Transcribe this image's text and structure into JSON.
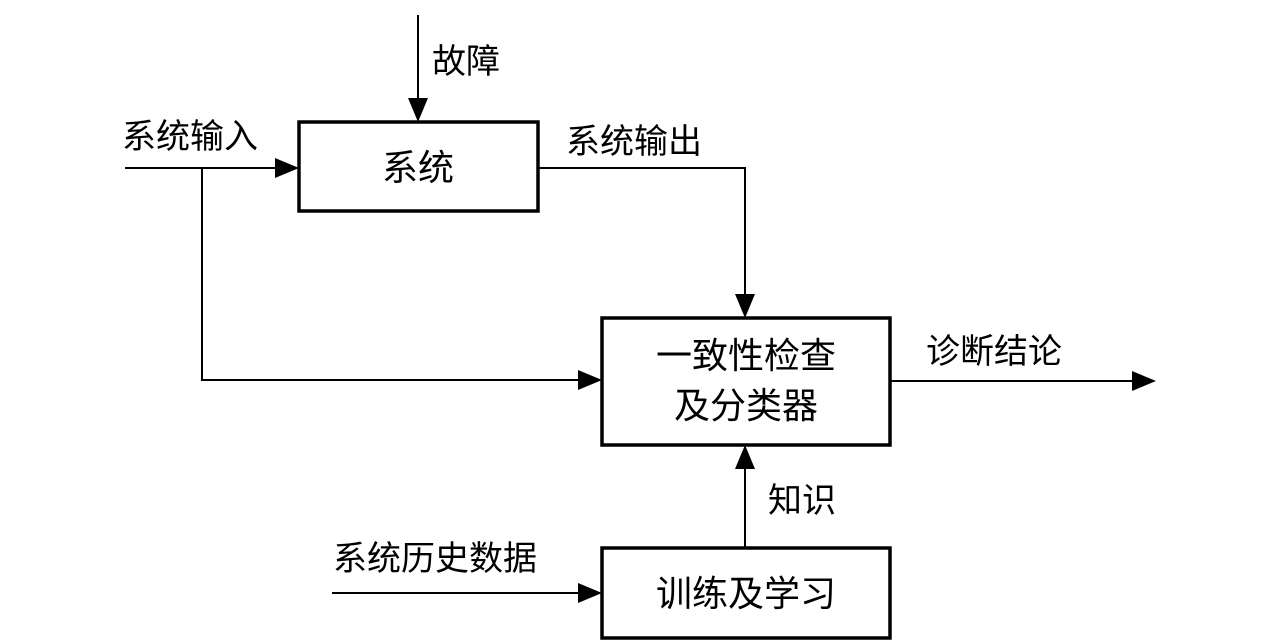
{
  "blocks": {
    "system": "系统",
    "consistency_line1": "一致性检查",
    "consistency_line2": "及分类器",
    "training": "训练及学习"
  },
  "labels": {
    "fault": "故障",
    "system_input": "系统输入",
    "system_output": "系统输出",
    "diagnosis_conclusion": "诊断结论",
    "knowledge": "知识",
    "system_history_data": "系统历史数据"
  }
}
